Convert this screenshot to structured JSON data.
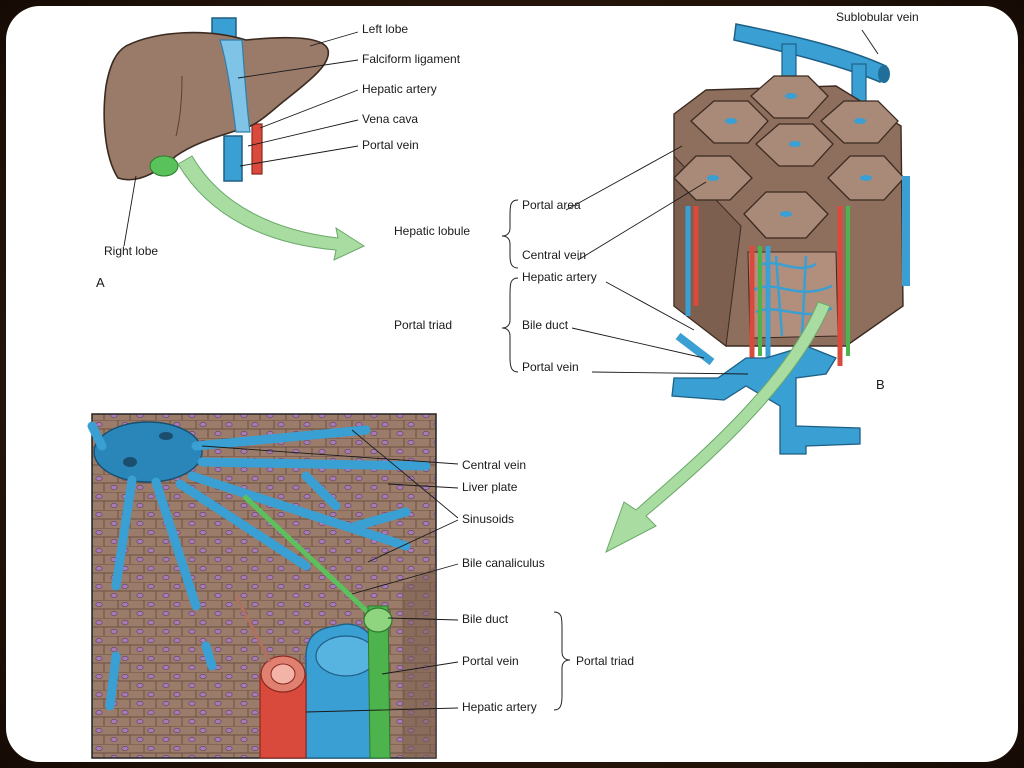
{
  "panel_a": {
    "letter": "A",
    "labels": {
      "left_lobe": "Left lobe",
      "falciform_ligament": "Falciform ligament",
      "hepatic_artery": "Hepatic artery",
      "vena_cava": "Vena cava",
      "portal_vein": "Portal vein",
      "right_lobe": "Right lobe"
    }
  },
  "panel_b": {
    "letter": "B",
    "labels": {
      "sublobular_vein": "Sublobular vein",
      "portal_area": "Portal area",
      "central_vein": "Central vein",
      "hepatic_lobule": "Hepatic lobule",
      "hepatic_artery": "Hepatic artery",
      "bile_duct": "Bile duct",
      "portal_vein": "Portal vein",
      "portal_triad": "Portal triad"
    }
  },
  "panel_c": {
    "labels": {
      "central_vein": "Central vein",
      "liver_plate": "Liver plate",
      "sinusoids": "Sinusoids",
      "bile_canaliculus": "Bile canaliculus",
      "bile_duct": "Bile duct",
      "portal_vein": "Portal vein",
      "hepatic_artery": "Hepatic artery",
      "portal_triad": "Portal triad"
    }
  },
  "colors": {
    "liver": "#9a7a68",
    "liver_dark": "#7d5f50",
    "vein_blue": "#3a9fd2",
    "artery_red": "#d94a3c",
    "bile_green": "#4db34d",
    "arrow_green": "#a9dca0",
    "nucleus": "#9b6aa8"
  }
}
